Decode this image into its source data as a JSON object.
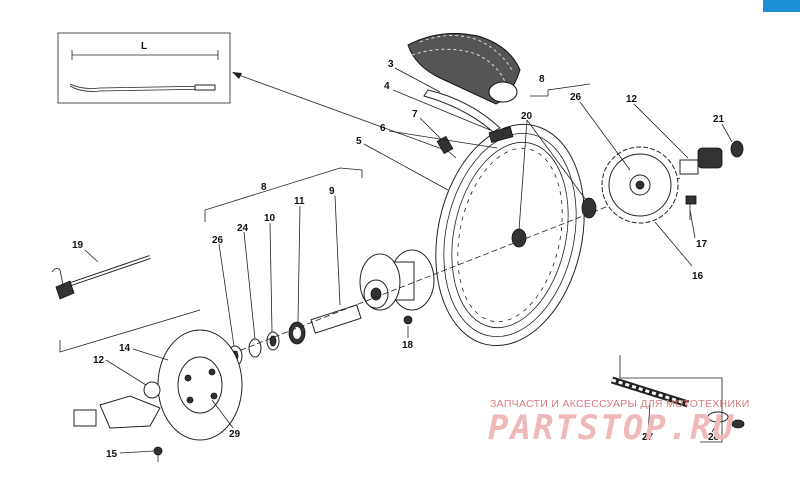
{
  "labels": {
    "L": "L",
    "p3": "3",
    "p4": "4",
    "p7": "7",
    "p6": "6",
    "p5": "5",
    "p8a": "8",
    "p8b": "8",
    "p20": "20",
    "p26a": "26",
    "p26b": "26",
    "p12a": "12",
    "p12b": "12",
    "p21": "21",
    "p17": "17",
    "p16": "16",
    "p9": "9",
    "p11": "11",
    "p10": "10",
    "p24": "24",
    "p19": "19",
    "p18": "18",
    "p14": "14",
    "p29": "29",
    "p15": "15",
    "p27": "27",
    "p28": "28"
  },
  "watermark": {
    "caption": "ЗАПЧАСТИ И АКСЕССУАРЫ ДЛЯ МОТОТЕХНИКИ",
    "brand": "PARTSTOP.RU"
  },
  "corner_tab": {
    "text": ""
  }
}
